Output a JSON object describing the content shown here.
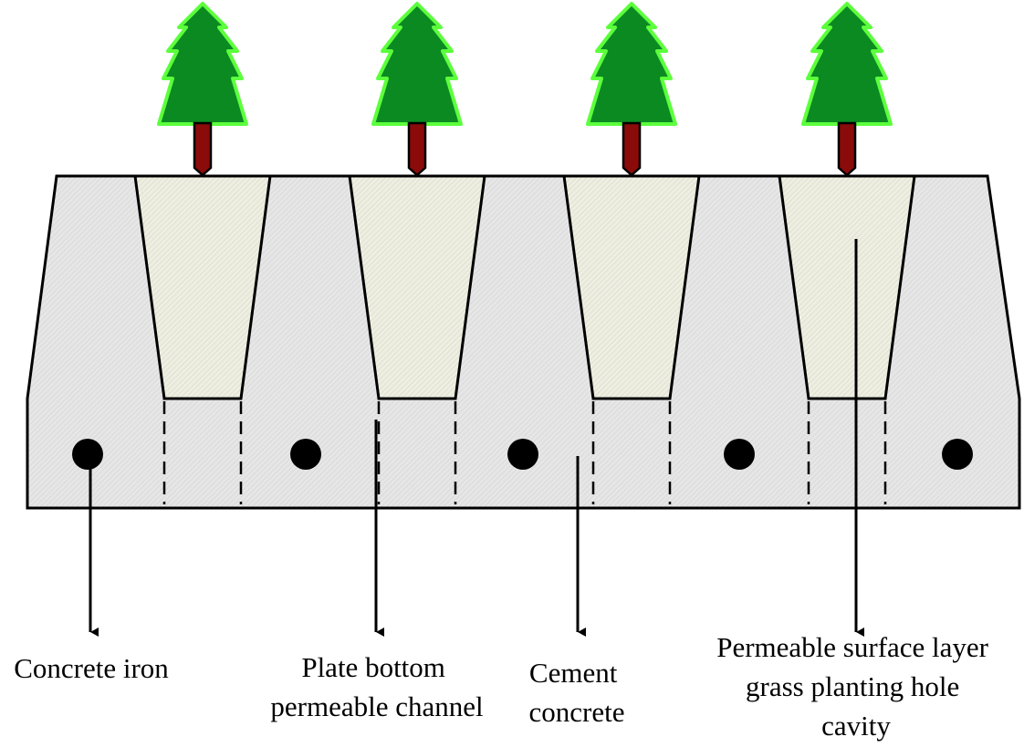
{
  "diagram": {
    "colors": {
      "concrete_fill": "#e3e3e3",
      "cavity_fill": "#ececde",
      "outline": "#000000",
      "foliage": "#0b8a22",
      "foliage_glow": "#5cff3c",
      "trunk": "#8b0b0b",
      "iron": "#000000"
    },
    "labels": {
      "concrete_iron": "Concrete iron",
      "plate_bottom": [
        "Plate bottom",
        "permeable channel"
      ],
      "cement_concrete": [
        "Cement",
        "concrete"
      ],
      "permeable_surface": [
        "Permeable surface layer",
        "grass planting hole",
        "cavity"
      ]
    },
    "icons": {
      "tree": "pine-tree-icon",
      "iron": "rebar-dot-icon"
    }
  }
}
